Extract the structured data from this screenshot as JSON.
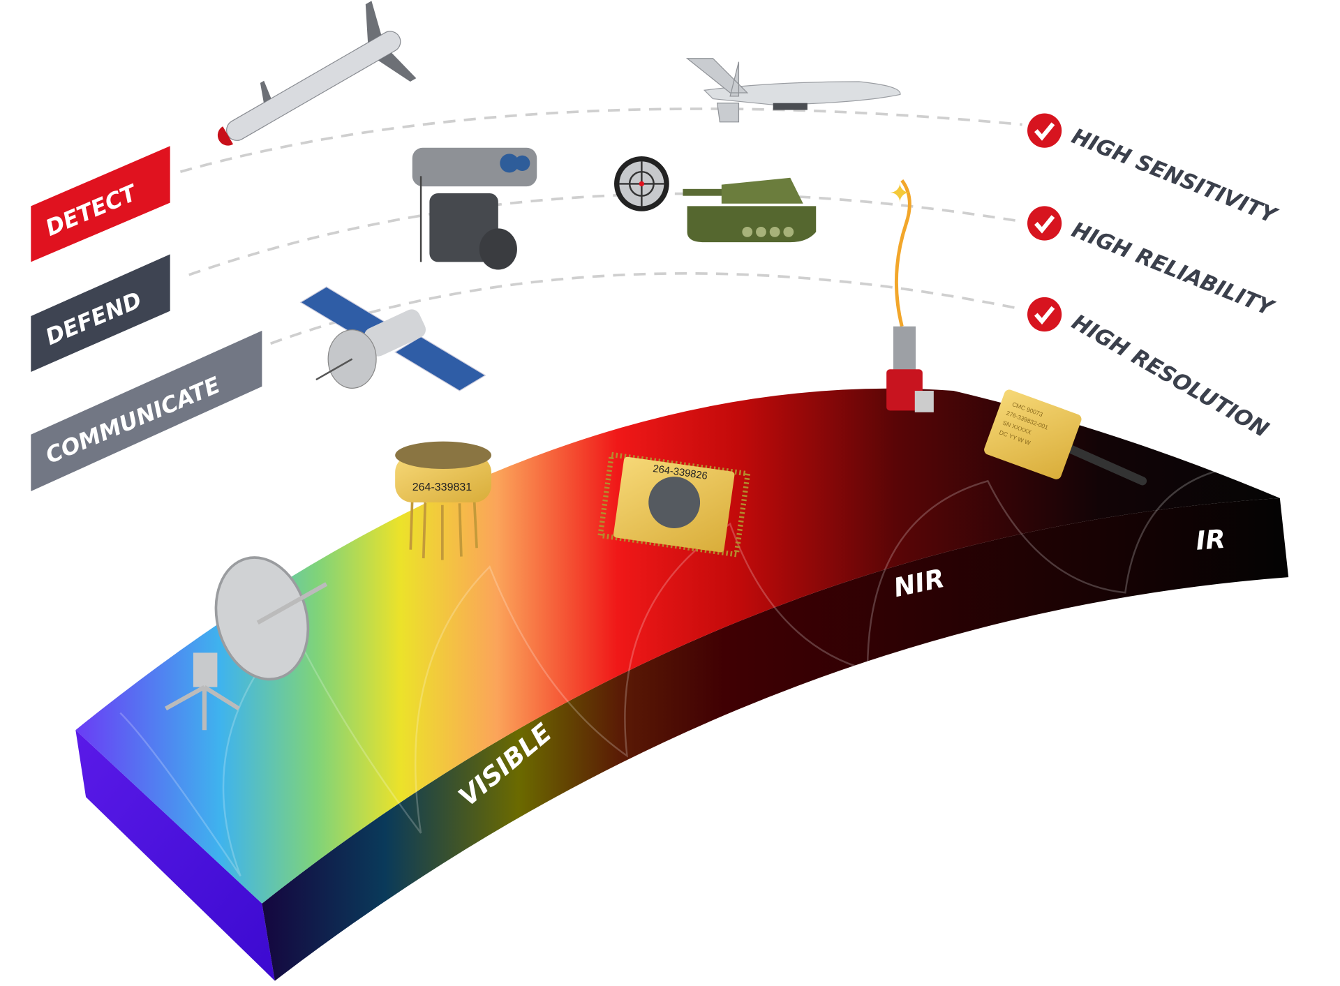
{
  "categories": [
    {
      "label": "DETECT",
      "color": "#e0121f"
    },
    {
      "label": "DEFEND",
      "color": "#3e4452"
    },
    {
      "label": "COMMUNICATE",
      "color": "#727784"
    }
  ],
  "benefits": [
    {
      "label": "HIGH SENSITIVITY"
    },
    {
      "label": "HIGH RELIABILITY"
    },
    {
      "label": "HIGH RESOLUTION"
    }
  ],
  "spectrum": {
    "labels": {
      "visible": "VISIBLE",
      "nir": "NIR",
      "ir": "IR"
    }
  },
  "devices": {
    "to_can": "264-339831",
    "chip_package": "264-339826",
    "butterfly": [
      "CMC  90073",
      "276-339832-001",
      "SN XXXXX",
      "DC YY W W"
    ]
  },
  "colors": {
    "accent": "#d7141f",
    "text_dark": "#3b404c"
  }
}
